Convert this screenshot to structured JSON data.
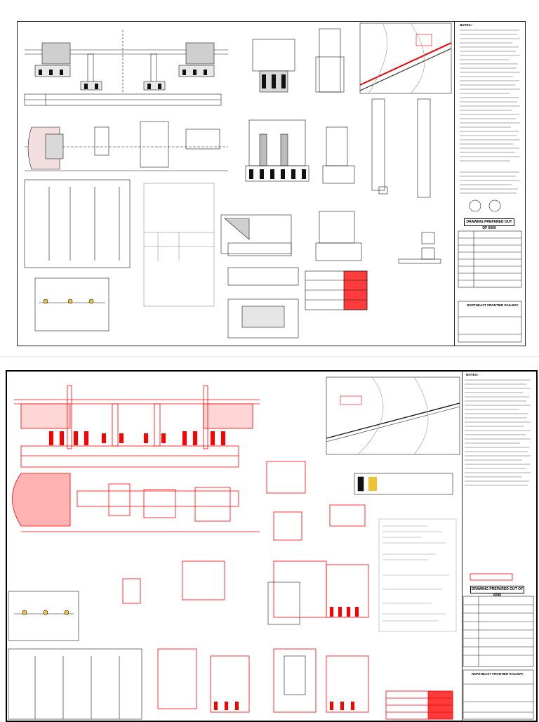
{
  "sheet1": {
    "stamp": "DRAWING PREPARED OUT OF 6000",
    "railway": "NORTHEAST FRONTIER RAILWAY",
    "notes_heading": "NOTES:-"
  },
  "sheet2": {
    "stamp": "DRAWING PREPARED OUT OF 6000",
    "railway": "NORTHEAST FRONTIER RAILWAY",
    "notes_heading": "NOTES:-"
  },
  "colors": {
    "ink": "#1a1a1a",
    "markup": "#ff0000",
    "paper": "#ffffff"
  }
}
